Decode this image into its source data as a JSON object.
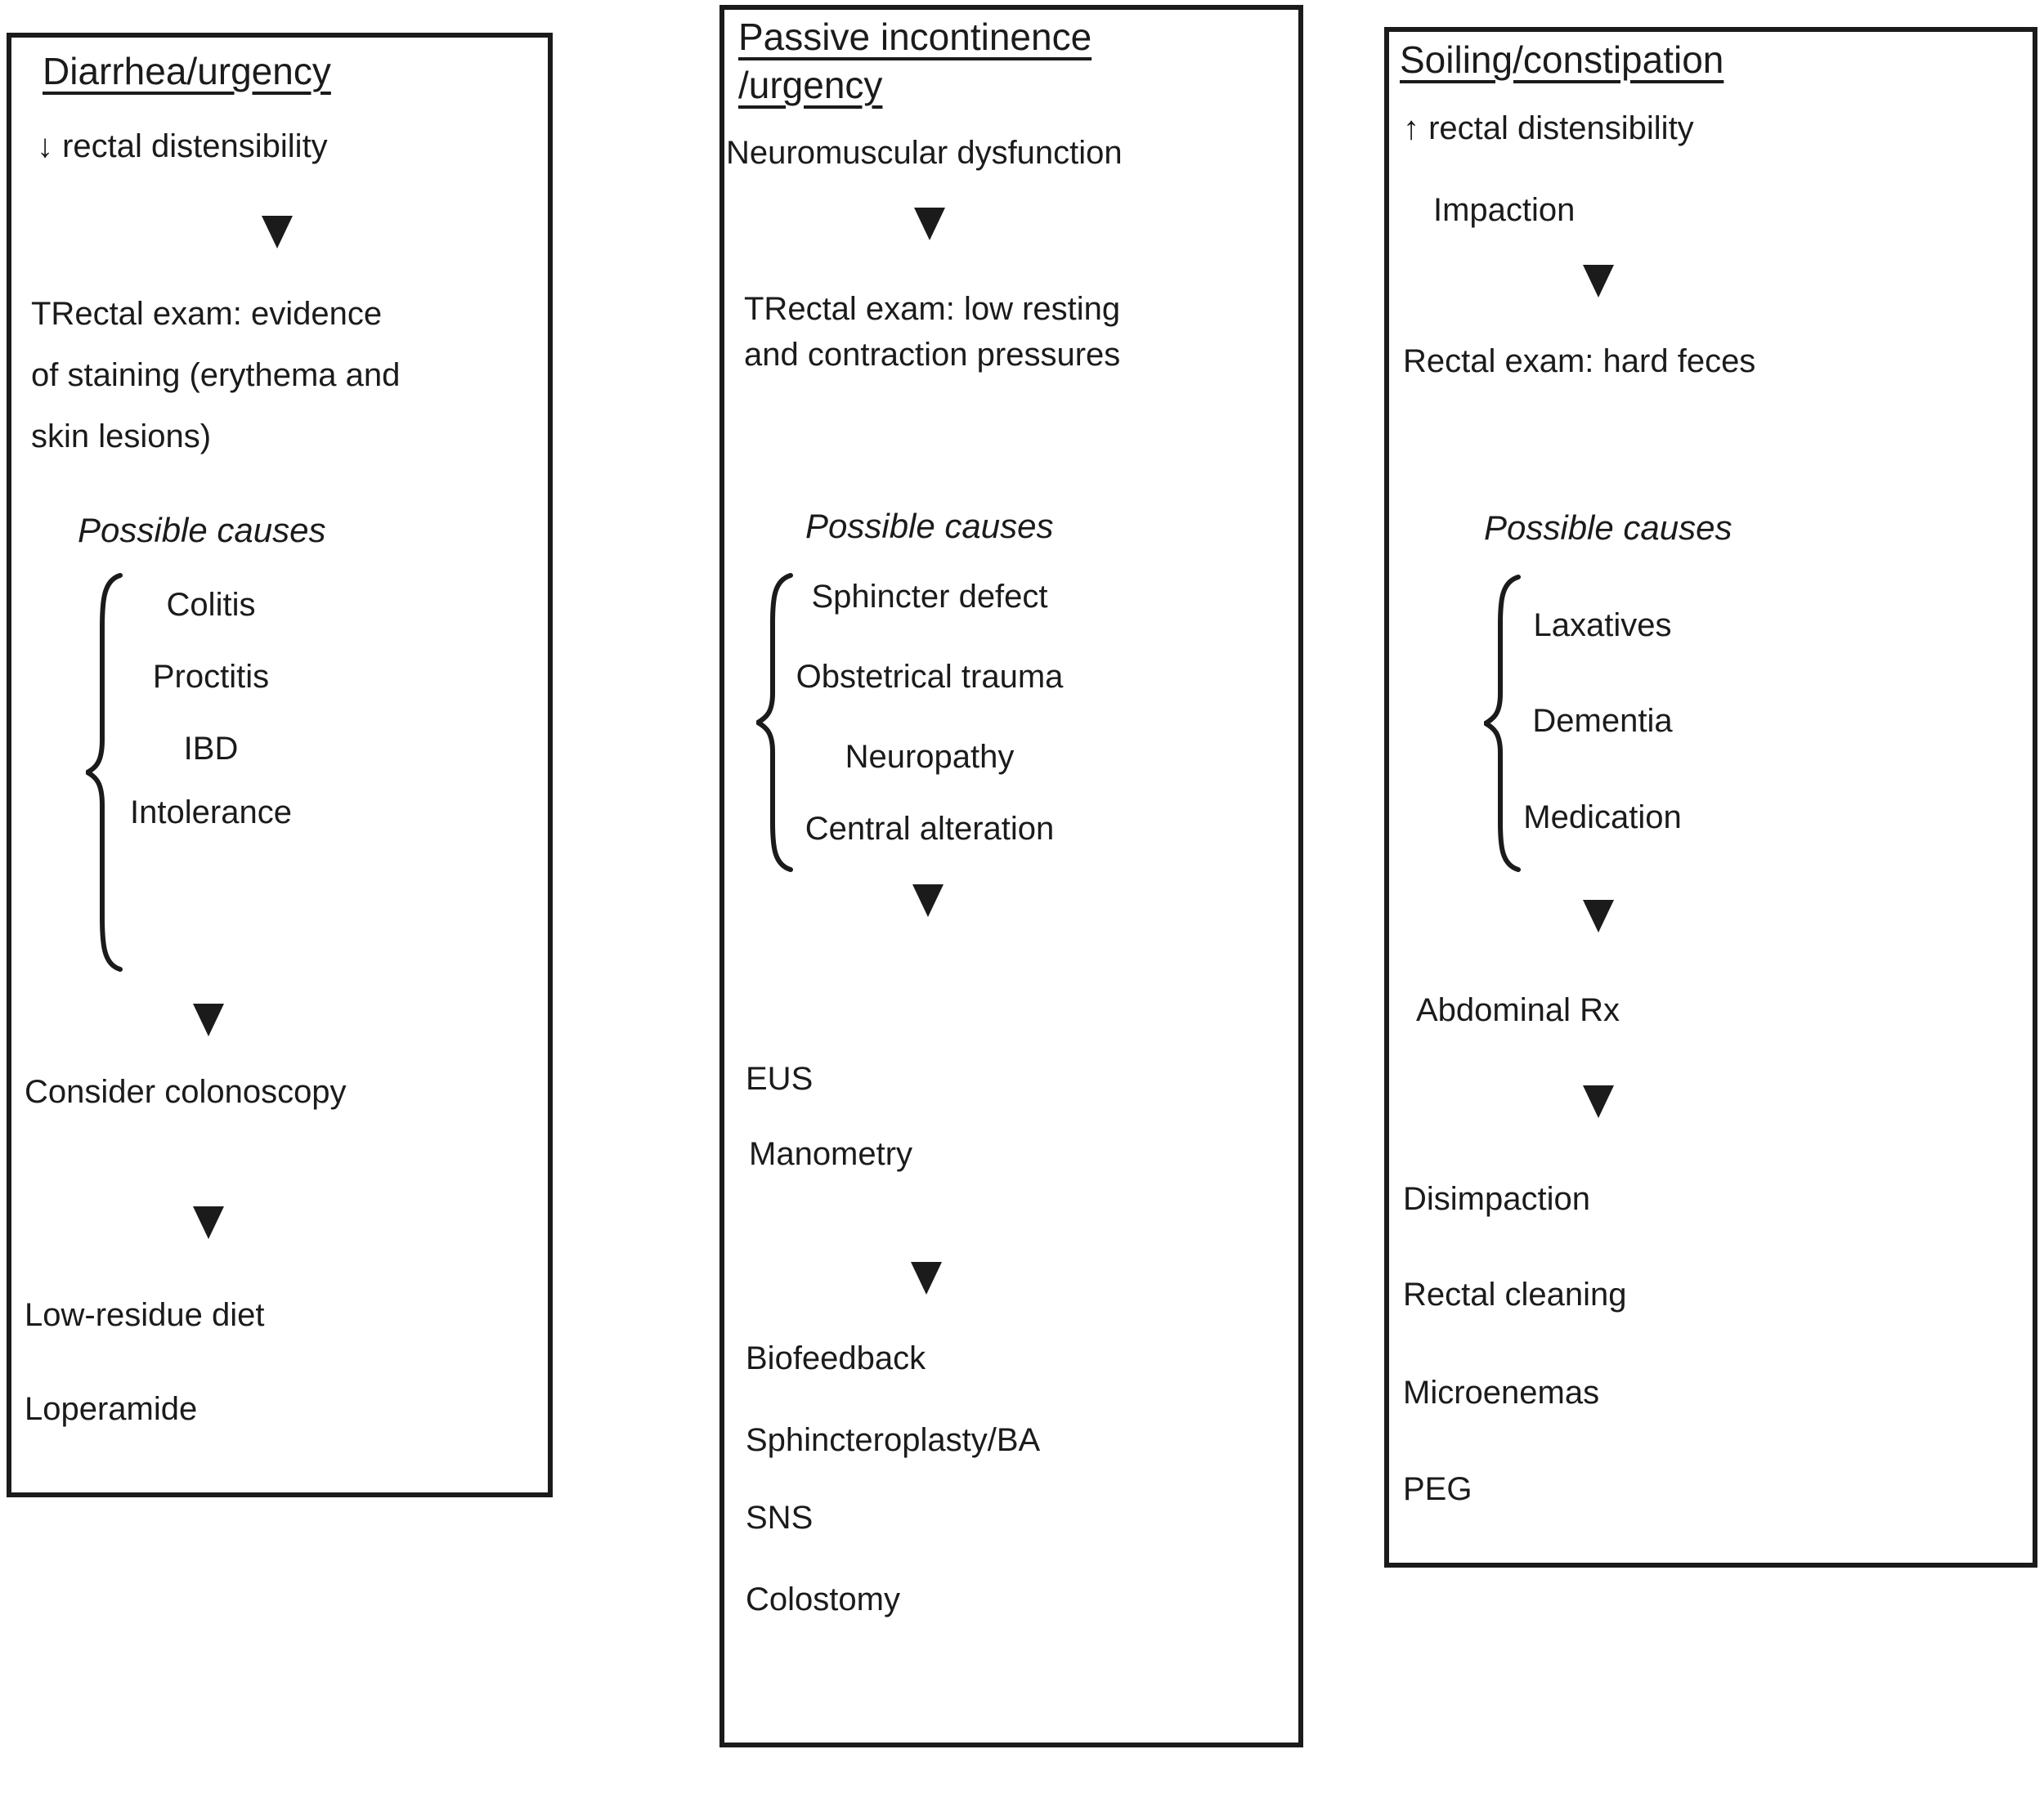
{
  "ink_color": "#1b1b1b",
  "diagram": {
    "columns": [
      {
        "title": "Diarrhea/urgency",
        "finding": "↓ rectal distensibility",
        "exam": "TRectal exam: evidence\nof staining (erythema and\nskin lesions)",
        "causes_label": "Possible causes",
        "causes": [
          "Colitis",
          "Proctitis",
          "IBD",
          "Intolerance"
        ],
        "action": "Consider colonoscopy",
        "treatments": [
          "Low-residue diet",
          "Loperamide"
        ]
      },
      {
        "title": "Passive incontinence\n/urgency",
        "finding": "Neuromuscular dysfunction",
        "exam": "TRectal exam: low resting\nand contraction pressures",
        "causes_label": "Possible causes",
        "causes": [
          "Sphincter defect",
          "Obstetrical trauma",
          "Neuropathy",
          "Central alteration"
        ],
        "tests": [
          "EUS",
          "Manometry"
        ],
        "treatments": [
          "Biofeedback",
          "Sphincteroplasty/BA",
          "SNS",
          "Colostomy"
        ]
      },
      {
        "title": "Soiling/constipation",
        "finding": "↑ rectal distensibility",
        "finding2": "Impaction",
        "exam": "Rectal exam: hard feces",
        "causes_label": "Possible causes",
        "causes": [
          "Laxatives",
          "Dementia",
          "Medication"
        ],
        "action": "Abdominal Rx",
        "treatments": [
          "Disimpaction",
          "Rectal cleaning",
          "Microenemas",
          "PEG"
        ]
      }
    ]
  }
}
